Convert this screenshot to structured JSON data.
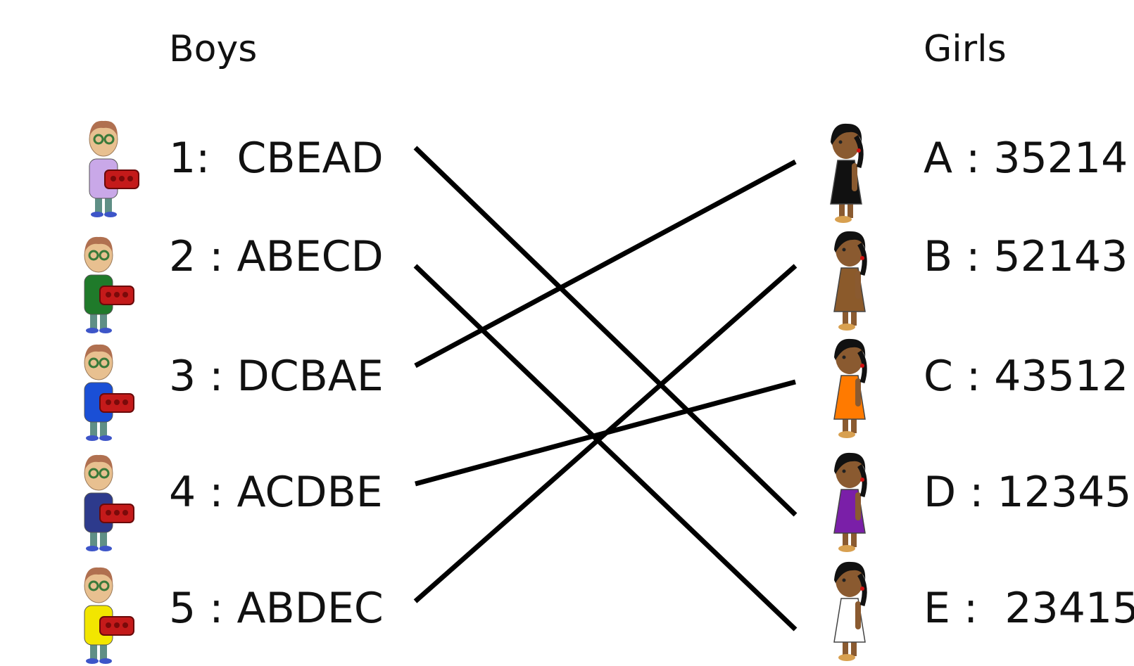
{
  "boys": {
    "heading": "Boys",
    "items": [
      {
        "id": "1",
        "label": "1:  CBEAD",
        "shirt_color": "#c9a8e8"
      },
      {
        "id": "2",
        "label": "2 : ABECD",
        "shirt_color": "#1f7a2a"
      },
      {
        "id": "3",
        "label": "3 : DCBAE",
        "shirt_color": "#1a4fd6"
      },
      {
        "id": "4",
        "label": "4 : ACDBE",
        "shirt_color": "#2d3a8c"
      },
      {
        "id": "5",
        "label": "5 : ABDEC",
        "shirt_color": "#f2e600"
      }
    ]
  },
  "girls": {
    "heading": "Girls",
    "items": [
      {
        "id": "A",
        "label": "A : 35214",
        "dress_color": "#111111"
      },
      {
        "id": "B",
        "label": "B : 52143",
        "dress_color": "#8b5a2b"
      },
      {
        "id": "C",
        "label": "C : 43512",
        "dress_color": "#ff7a00"
      },
      {
        "id": "D",
        "label": "D : 12345",
        "dress_color": "#7a1fa8"
      },
      {
        "id": "E",
        "label": "E :  23415",
        "dress_color": "#ffffff"
      }
    ]
  },
  "matches": [
    {
      "boy": "1",
      "girl": "D"
    },
    {
      "boy": "2",
      "girl": "E"
    },
    {
      "boy": "3",
      "girl": "A"
    },
    {
      "boy": "4",
      "girl": "C"
    },
    {
      "boy": "5",
      "girl": "B"
    }
  ],
  "line_color": "#000000"
}
